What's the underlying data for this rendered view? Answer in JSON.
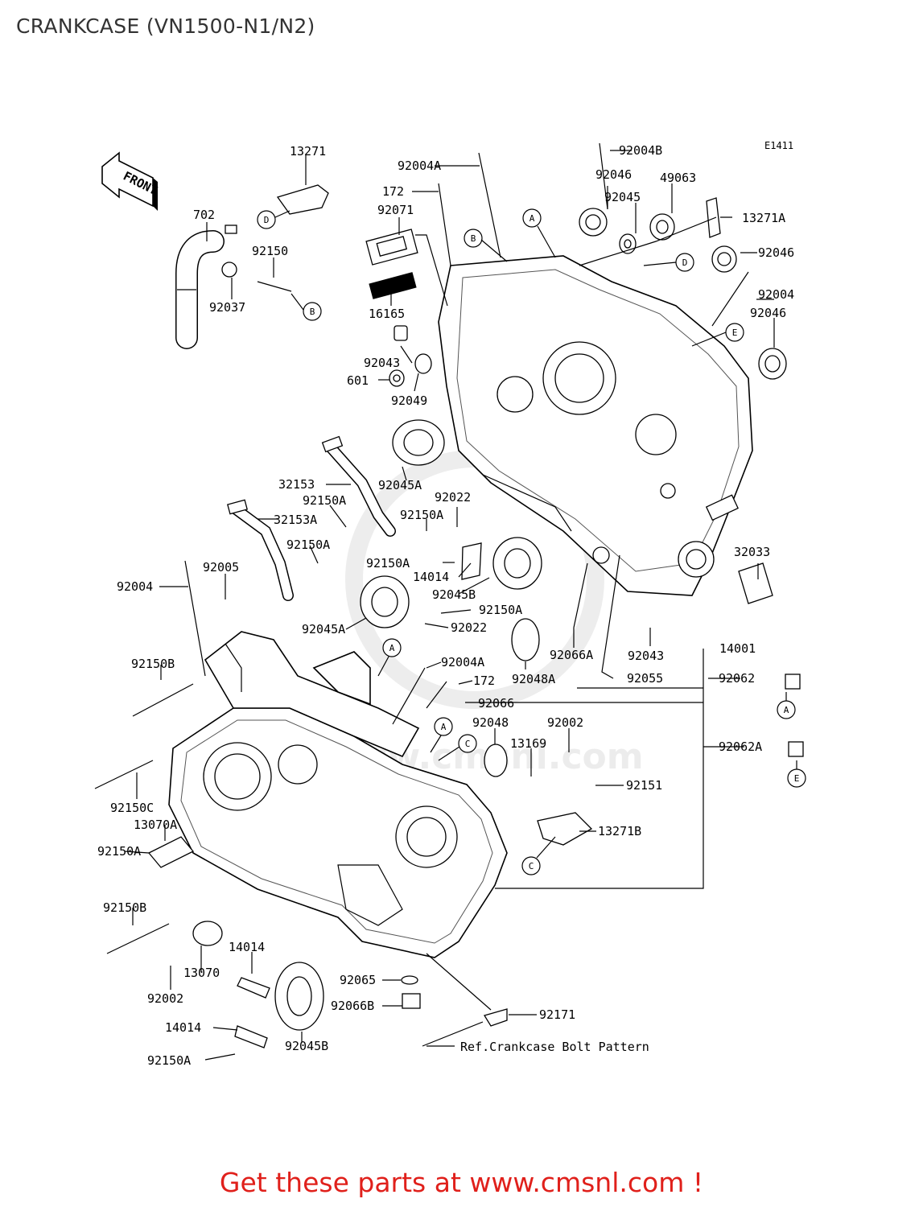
{
  "title": "CRANKCASE (VN1500-N1/N2)",
  "diagram_code": "E1411",
  "front_label": "FRONT",
  "reference_note": "Ref.Crankcase Bolt Pattern",
  "cta": "Get these parts at www.cmsnl.com !",
  "watermark": "www.cmsnl.com",
  "callouts": [
    "A",
    "B",
    "C",
    "D",
    "E"
  ],
  "parts": {
    "p13271": "13271",
    "p702": "702",
    "p92150": "92150",
    "p92037": "92037",
    "p92004A_top": "92004A",
    "p92004B": "92004B",
    "p172_top": "172",
    "p92071": "92071",
    "p16165": "16165",
    "p92046_top": "92046",
    "p92045": "92045",
    "p49063": "49063",
    "p13271A": "13271A",
    "p92046_mid": "92046",
    "p92004_right": "92004",
    "p92046_low": "92046",
    "p92043_top": "92043",
    "p601": "601",
    "p92049": "92049",
    "p32153": "32153",
    "p92150A_a": "92150A",
    "p32153A": "32153A",
    "p92045A_top": "92045A",
    "p92022_top": "92022",
    "p92150A_b": "92150A",
    "p92150A_c": "92150A",
    "p92150A_d": "92150A",
    "p14014_mid": "14014",
    "p92045B_mid": "92045B",
    "p92004_left": "92004",
    "p92005": "92005",
    "p92045A_mid": "92045A",
    "p92150A_e": "92150A",
    "p92022_mid": "92022",
    "p32033": "32033",
    "p92066A": "92066A",
    "p92043_mid": "92043",
    "p14001": "14001",
    "p92150B_top": "92150B",
    "p92004A_mid": "92004A",
    "p172_mid": "172",
    "p92048A": "92048A",
    "p92055": "92055",
    "p92062": "92062",
    "p92066": "92066",
    "p92048": "92048",
    "p92002_top": "92002",
    "p13169": "13169",
    "p92062A": "92062A",
    "p92150C": "92150C",
    "p92151": "92151",
    "p13070A": "13070A",
    "p13271B": "13271B",
    "p92150A_f": "92150A",
    "p92150B_low": "92150B",
    "p14014_low": "14014",
    "p13070": "13070",
    "p92002_low": "92002",
    "p92065": "92065",
    "p92066B": "92066B",
    "p92171": "92171",
    "p14014_bottom": "14014",
    "p92045B_low": "92045B",
    "p92150A_bottom": "92150A"
  }
}
